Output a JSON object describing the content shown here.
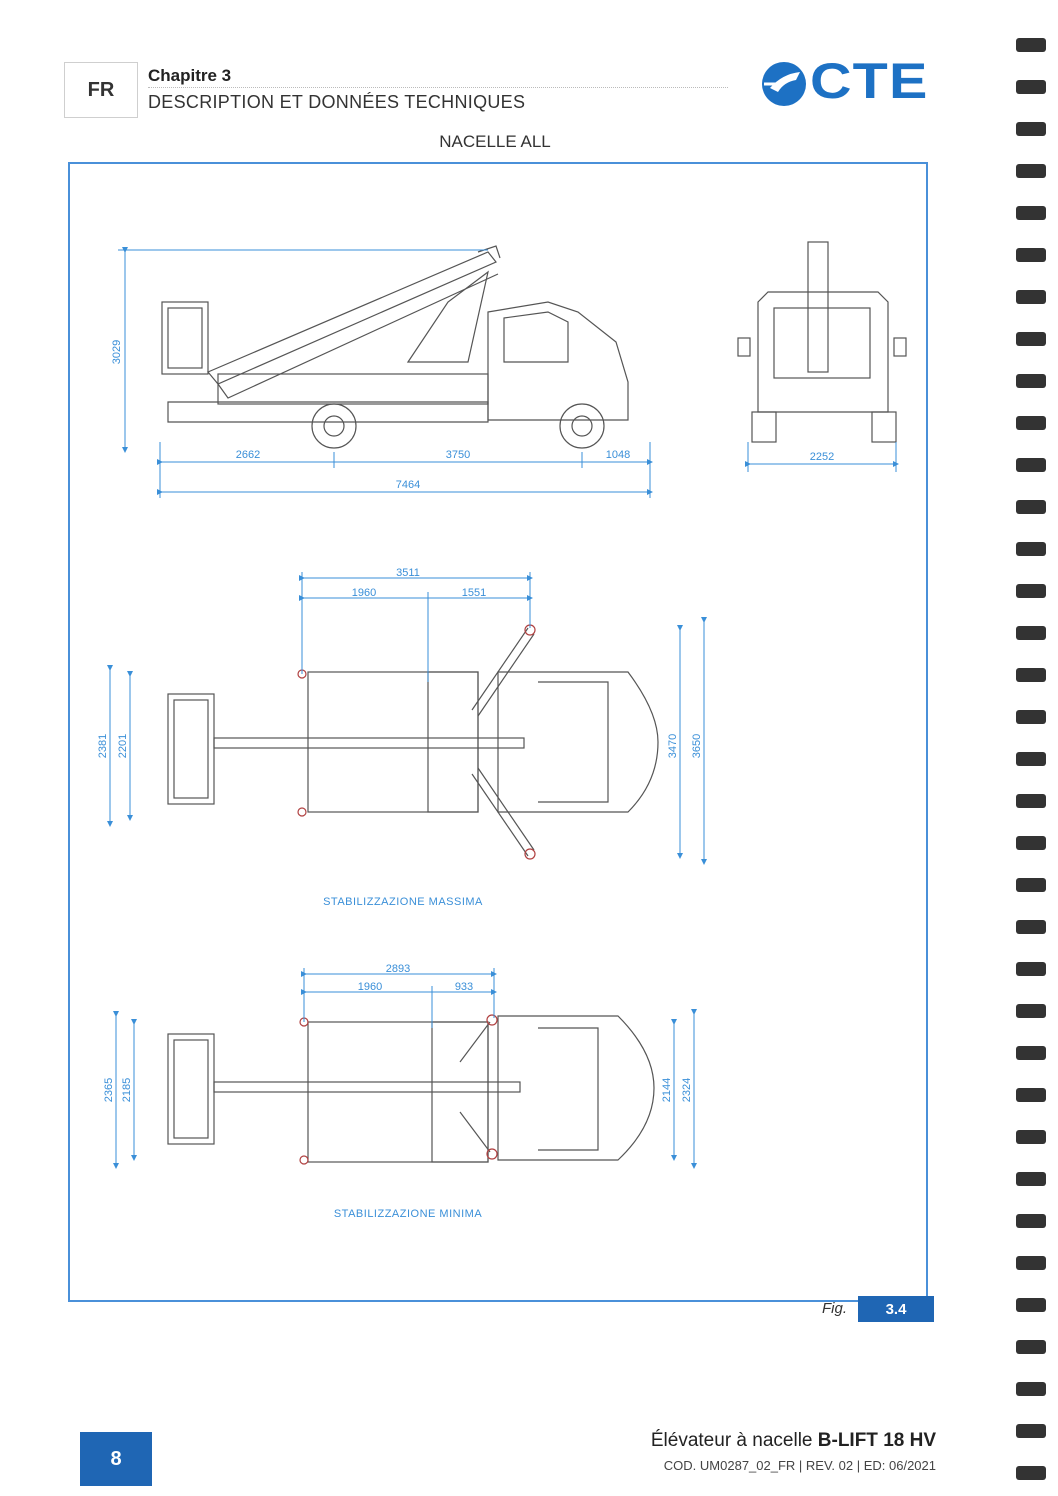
{
  "header": {
    "lang": "FR",
    "chapter": "Chapitre 3",
    "chapter_title": "DESCRIPTION ET DONNÉES TECHNIQUES",
    "brand": "CTE",
    "section": "NACELLE ALL"
  },
  "drawing": {
    "side_view": {
      "height": "3029",
      "dim_rear": "2662",
      "dim_wheelbase": "3750",
      "dim_front": "1048",
      "dim_total_length": "7464"
    },
    "front_view": {
      "dim_width": "2252"
    },
    "top_max": {
      "dim_total": "3511",
      "dim_a": "1960",
      "dim_b": "1551",
      "dim_left_outer": "2381",
      "dim_left_inner": "2201",
      "dim_right_inner": "3470",
      "dim_right_outer": "3650",
      "caption": "STABILIZZAZIONE MASSIMA"
    },
    "top_min": {
      "dim_total": "2893",
      "dim_a": "1960",
      "dim_b": "933",
      "dim_left_outer": "2365",
      "dim_left_inner": "2185",
      "dim_right_inner": "2144",
      "dim_right_outer": "2324",
      "caption": "STABILIZZAZIONE MINIMA"
    }
  },
  "figure": {
    "label": "Fig.",
    "number": "3.4"
  },
  "footer": {
    "page_number": "8",
    "product_prefix": "Élévateur à nacelle",
    "product_name": "B-LIFT 18 HV",
    "code": "COD. UM0287_02_FR | REV. 02 | ED: 06/2021"
  },
  "colors": {
    "accent": "#1f66b4",
    "frame": "#4a90d9",
    "dimension": "#3a8fd8",
    "line_art": "#555555"
  }
}
